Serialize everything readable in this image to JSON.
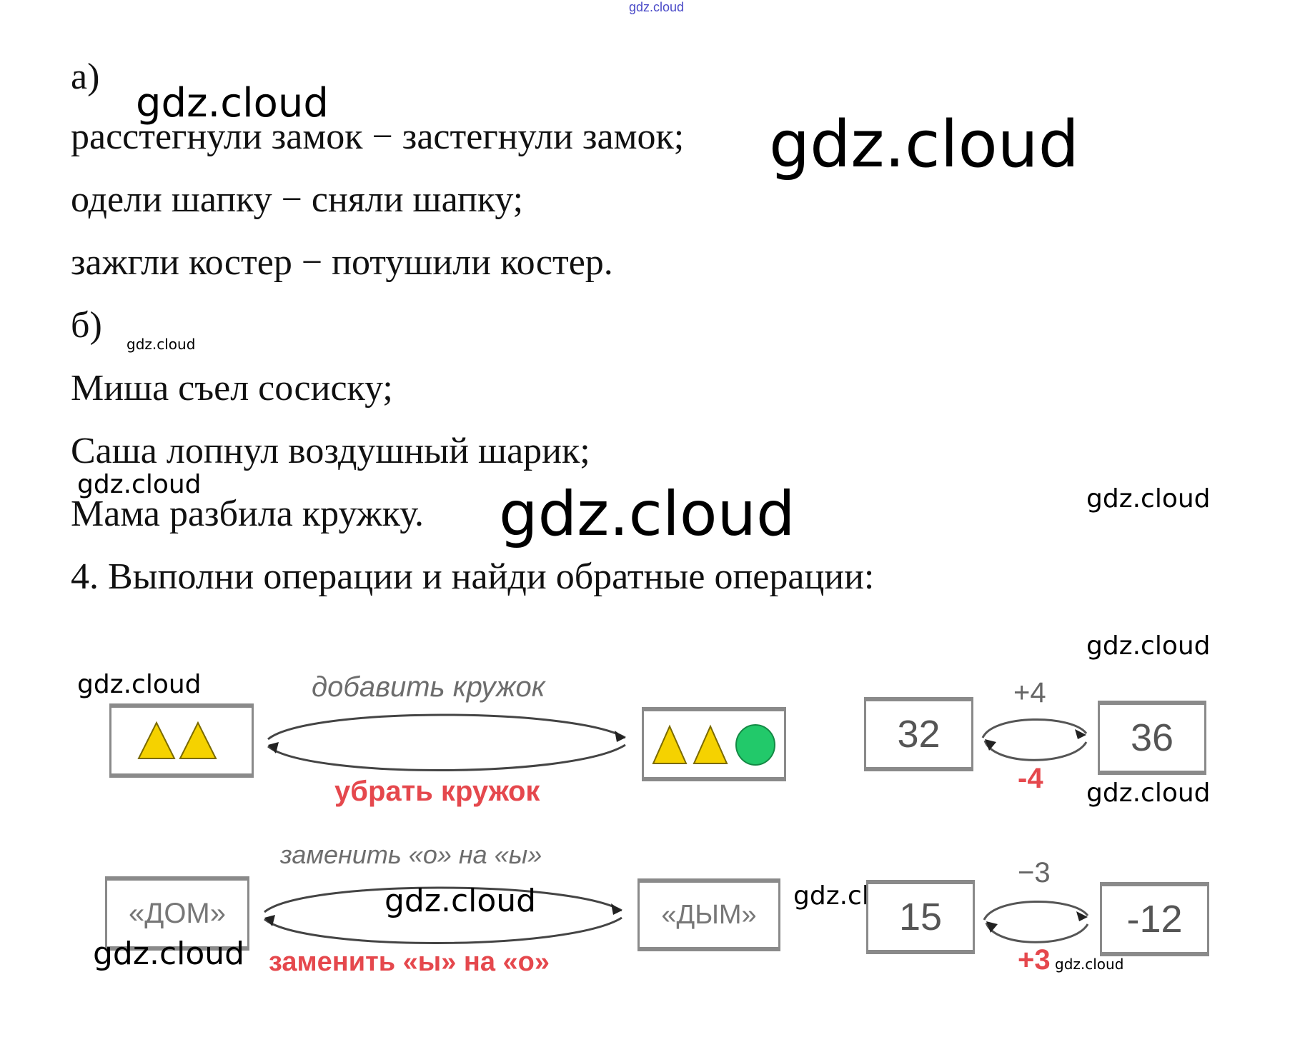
{
  "watermark": {
    "text": "gdz.cloud"
  },
  "section_a": {
    "label": "а)",
    "lines": [
      "расстегнули замок − застегнули замок;",
      "одели шапку − сняли шапку;",
      "зажгли костер − потушили костер."
    ]
  },
  "section_b": {
    "label": "б)",
    "lines": [
      "Миша съел сосиску;",
      "Саша лопнул воздушный шарик;",
      "Мама разбила кружку."
    ]
  },
  "task4": {
    "title": "4. Выполни операции и найди обратные операции:",
    "diagrams": [
      {
        "from": "two-triangles",
        "to": "two-triangles-and-circle",
        "forward": "добавить кружок",
        "inverse": "убрать кружок"
      },
      {
        "from": "32",
        "to": "36",
        "forward": "+4",
        "inverse": "-4"
      },
      {
        "from": "«ДОМ»",
        "to": "«ДЫМ»",
        "forward": "заменить «о» на «ы»",
        "inverse": "заменить «ы» на «о»"
      },
      {
        "from": "15",
        "to": "-12",
        "forward": "−3",
        "inverse": "+3"
      }
    ]
  },
  "colors": {
    "triangle": "#f5d200",
    "circle": "#22c96a",
    "inverse_label": "#e5484d",
    "forward_label": "#6d6d6d"
  }
}
